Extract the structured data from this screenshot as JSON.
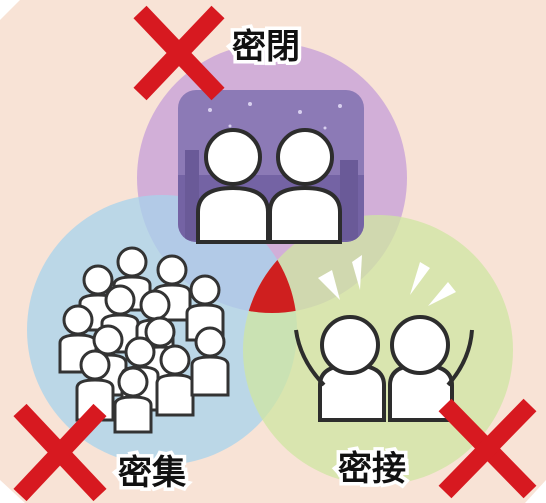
{
  "labels": {
    "closed": "密閉",
    "crowded": "密集",
    "close_contact": "密接"
  },
  "colors": {
    "background": "#f8e3d6",
    "circle_closed": "#cba6d8",
    "circle_crowded": "#a7d3ec",
    "circle_contact": "#cfe6a2",
    "center_overlap": "#cf1f1f",
    "cross": "#d71920"
  },
  "icons": [
    "cross-mark-icon",
    "two-people-indoors-icon",
    "crowd-icon",
    "two-people-cheering-icon"
  ]
}
